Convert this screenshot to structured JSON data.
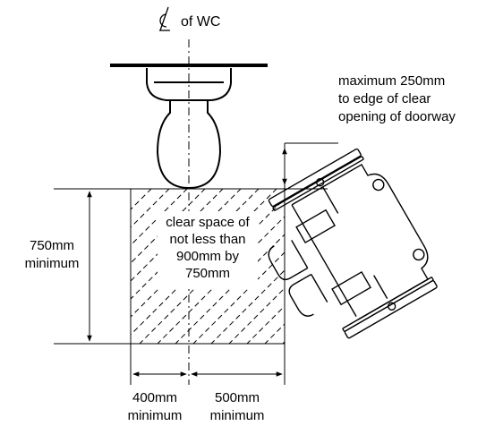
{
  "diagram": {
    "centerline_label": "of WC",
    "centerline_symbol": "centerline-symbol",
    "door_note": [
      "maximum 250mm",
      "to edge of clear",
      "opening of doorway"
    ],
    "clear_space_note": [
      "clear space of",
      "not less than",
      "900mm by",
      "750mm"
    ],
    "depth_dim": [
      "750mm",
      "minimum"
    ],
    "left_width_dim": [
      "400mm",
      "minimum"
    ],
    "right_width_dim": [
      "500mm",
      "minimum"
    ],
    "colors": {
      "line": "#000000",
      "background": "#ffffff"
    }
  }
}
